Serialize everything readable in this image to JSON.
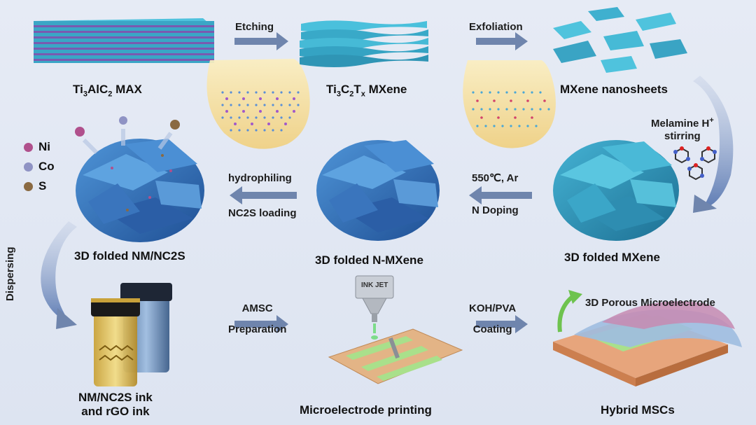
{
  "labels": {
    "max_phase": {
      "prefix": "Ti",
      "s1": "3",
      "mid": "AlC",
      "s2": "2",
      "suffix": " MAX"
    },
    "mxene": {
      "prefix": "Ti",
      "s1": "3",
      "mid": "C",
      "s2": "2",
      "mid2": "T",
      "s3": "x",
      "suffix": " MXene"
    },
    "nanosheets": "MXene nanosheets",
    "folded_mxene": "3D folded MXene",
    "folded_nmxene": "3D folded N-MXene",
    "folded_nm_nc2s": "3D folded NM/NC2S",
    "ink_line1": "NM/NC2S ink",
    "ink_line2": "and rGO ink",
    "printing": "Microelectrode printing",
    "hybrid": "Hybrid MSCs",
    "porous_electrode": "3D Porous Microelectrode",
    "inkjet_text": "INK JET"
  },
  "steps": {
    "etching": "Etching",
    "exfoliation": "Exfoliation",
    "melamine_line1": "Melamine H",
    "melamine_sup": "+",
    "melamine_line2": "stirring",
    "anneal_line1": "550℃, Ar",
    "anneal_line2": "N Doping",
    "hydro_line1": "hydrophiling",
    "hydro_line2": "NC2S loading",
    "dispersing": "Dispersing",
    "amsc_line1": "AMSC",
    "amsc_line2": "Preparation",
    "koh_line1": "KOH/PVA",
    "koh_line2": "Coating"
  },
  "legend": [
    {
      "symbol": "Ni",
      "color": "#b0508c"
    },
    {
      "symbol": "Co",
      "color": "#8f93c4"
    },
    {
      "symbol": "S",
      "color": "#8a6a42"
    }
  ],
  "colors": {
    "arrow": "#6f85ad",
    "mxene_blue": "#3fb4d0",
    "folded_blue": "#3a7fc6",
    "max_purple": "#7a5ab0",
    "bubble": "#f6dfa0"
  }
}
